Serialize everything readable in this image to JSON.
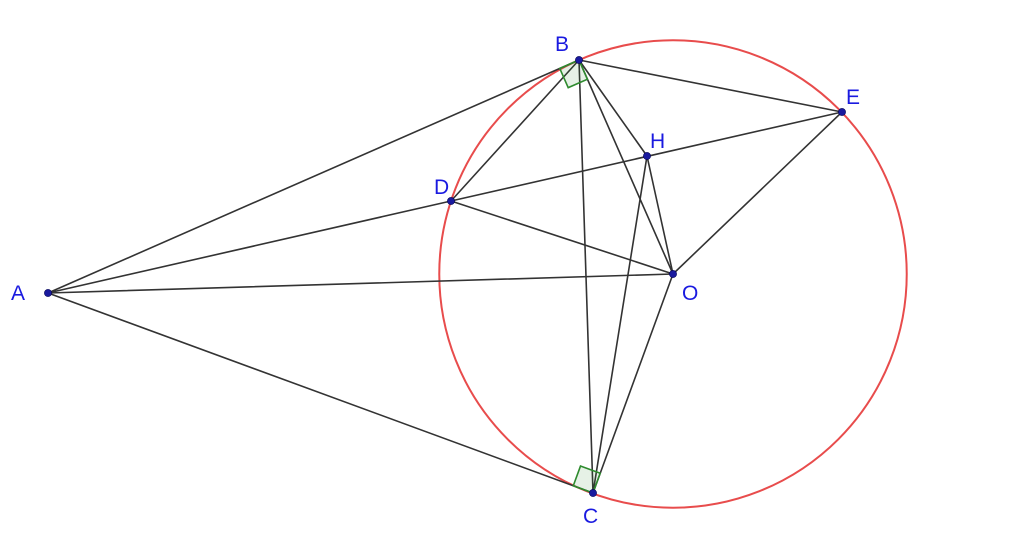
{
  "points": [
    {
      "id": "A",
      "label": "A"
    },
    {
      "id": "B",
      "label": "B"
    },
    {
      "id": "C",
      "label": "C"
    },
    {
      "id": "D",
      "label": "D"
    },
    {
      "id": "E",
      "label": "E"
    },
    {
      "id": "H",
      "label": "H"
    },
    {
      "id": "O",
      "label": "O"
    }
  ],
  "segments": [
    [
      "A",
      "B"
    ],
    [
      "A",
      "C"
    ],
    [
      "A",
      "D"
    ],
    [
      "A",
      "O"
    ],
    [
      "D",
      "E"
    ],
    [
      "B",
      "E"
    ],
    [
      "E",
      "O"
    ],
    [
      "D",
      "B"
    ],
    [
      "D",
      "O"
    ],
    [
      "B",
      "C"
    ],
    [
      "B",
      "O"
    ],
    [
      "B",
      "H"
    ],
    [
      "H",
      "O"
    ],
    [
      "H",
      "C"
    ],
    [
      "O",
      "C"
    ]
  ],
  "circle": {
    "center": "O",
    "through": "B"
  },
  "right_angles": [
    "B",
    "C"
  ],
  "colors": {
    "segment": "#333333",
    "circle": "#e84c4c",
    "right_angle": "#2e8b2e",
    "point": "#1a1a9e",
    "label": "#1a1ae0"
  }
}
